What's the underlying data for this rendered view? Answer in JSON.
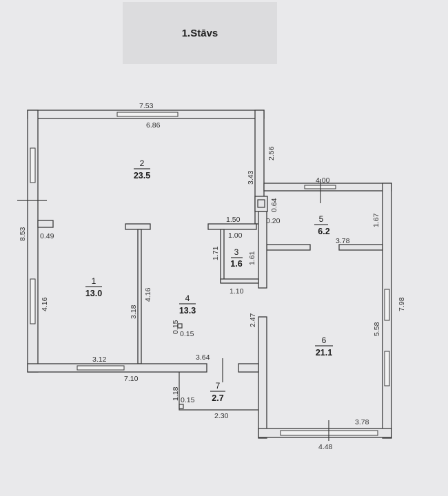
{
  "title": "1.Stāvs",
  "rooms": [
    {
      "number": "1",
      "area": "13.0"
    },
    {
      "number": "2",
      "area": "23.5"
    },
    {
      "number": "3",
      "area": "1.6"
    },
    {
      "number": "4",
      "area": "13.3"
    },
    {
      "number": "5",
      "area": "6.2"
    },
    {
      "number": "6",
      "area": "21.1"
    },
    {
      "number": "7",
      "area": "2.7"
    }
  ],
  "dimensions": {
    "top_outer": "7.53",
    "top_inner": "6.86",
    "right_upper": "2.56",
    "room2_right": "3.43",
    "left_outer": "8.53",
    "left_niche": "0.49",
    "chimney_h": "0.64",
    "chimney_w": "0.20",
    "room5_top": "4.00",
    "room5_right": "1.67",
    "room5_bottom": "3.78",
    "wall_1_50": "1.50",
    "room3_top": "1.00",
    "room3_left": "1.71",
    "room3_right": "1.61",
    "room4_top": "1.10",
    "room1_left": "4.16",
    "room1_partition": "3.18",
    "room4_left": "4.16",
    "room1_bottom": "3.12",
    "column_h": "0.15",
    "column_w": "0.15",
    "room4_right": "2.47",
    "room4_bottom": "3.64",
    "left_bottom": "7.10",
    "room7_left": "1.18",
    "room7_col": "0.15",
    "room7_bottom": "2.30",
    "right_outer": "7.98",
    "room6_right": "5.58",
    "room6_bottom": "3.78",
    "bottom_outer": "4.48"
  }
}
